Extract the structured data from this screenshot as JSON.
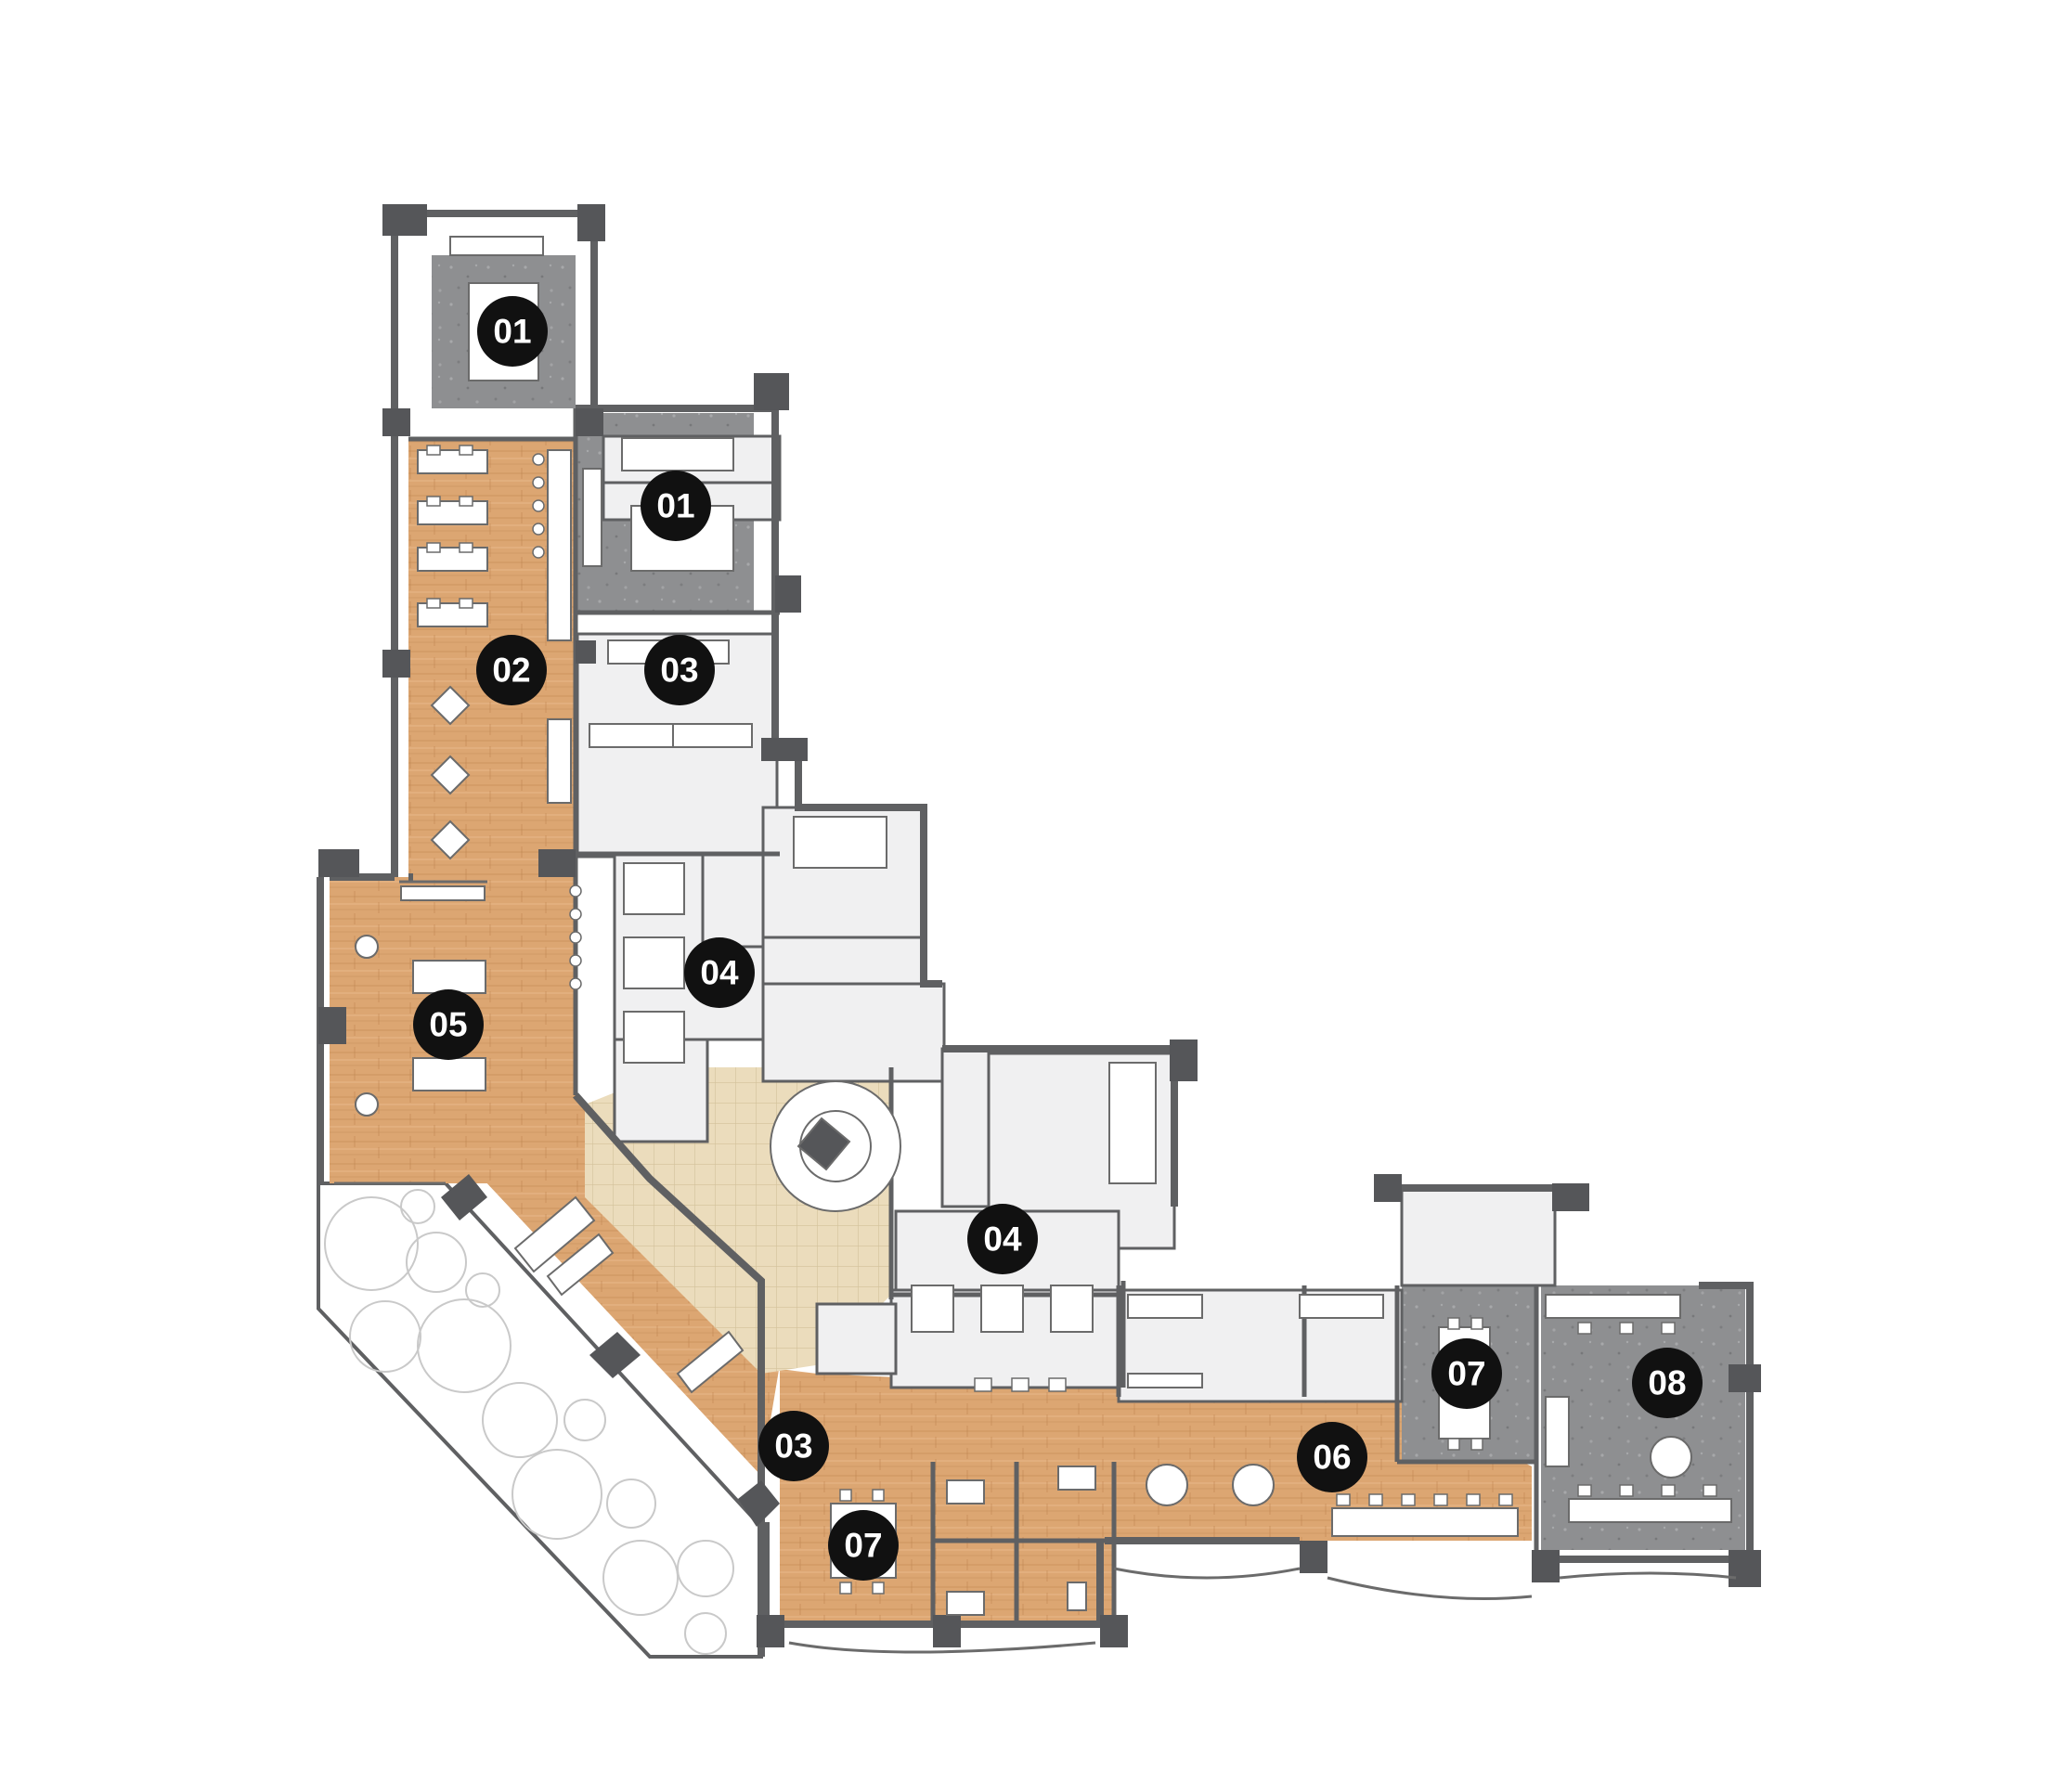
{
  "colors": {
    "wall": "#5f6062",
    "column": "#555659",
    "wood": "#dca672",
    "wood_grain": "#c68d57",
    "stone": "#8c8d8f",
    "stone_light": "#a3a4a6",
    "tile": "#e8d8b8",
    "tile_line": "#d2bf98",
    "service": "#f0f0f1",
    "furniture": "#ffffff",
    "furniture_line": "#6b6b6b",
    "marker": "#111111",
    "marker_text": "#ffffff"
  },
  "zones": [
    {
      "label": "01"
    },
    {
      "label": "01"
    },
    {
      "label": "02"
    },
    {
      "label": "03"
    },
    {
      "label": "04"
    },
    {
      "label": "05"
    },
    {
      "label": "04"
    },
    {
      "label": "03"
    },
    {
      "label": "07"
    },
    {
      "label": "06"
    },
    {
      "label": "07"
    },
    {
      "label": "08"
    }
  ]
}
